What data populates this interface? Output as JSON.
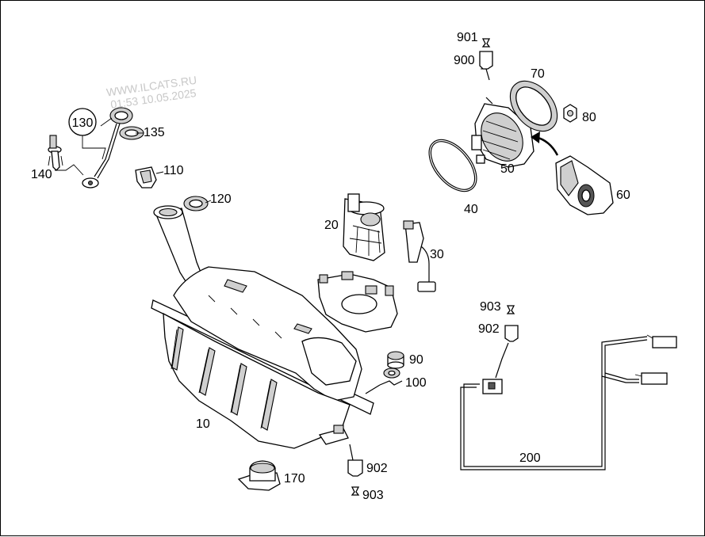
{
  "watermark": {
    "site": "WWW.ILCATS.RU",
    "timestamp": "01:53 10.05.2025"
  },
  "callouts": {
    "c10": "10",
    "c20": "20",
    "c30": "30",
    "c40": "40",
    "c50": "50",
    "c60": "60",
    "c70": "70",
    "c80": "80",
    "c90": "90",
    "c100": "100",
    "c110": "110",
    "c120": "120",
    "c130": "130",
    "c135": "135",
    "c140": "140",
    "c170": "170",
    "c200": "200",
    "c900": "900",
    "c901": "901",
    "c902_top": "902",
    "c903_top": "903",
    "c902_bottom": "902",
    "c903_bottom": "903"
  }
}
